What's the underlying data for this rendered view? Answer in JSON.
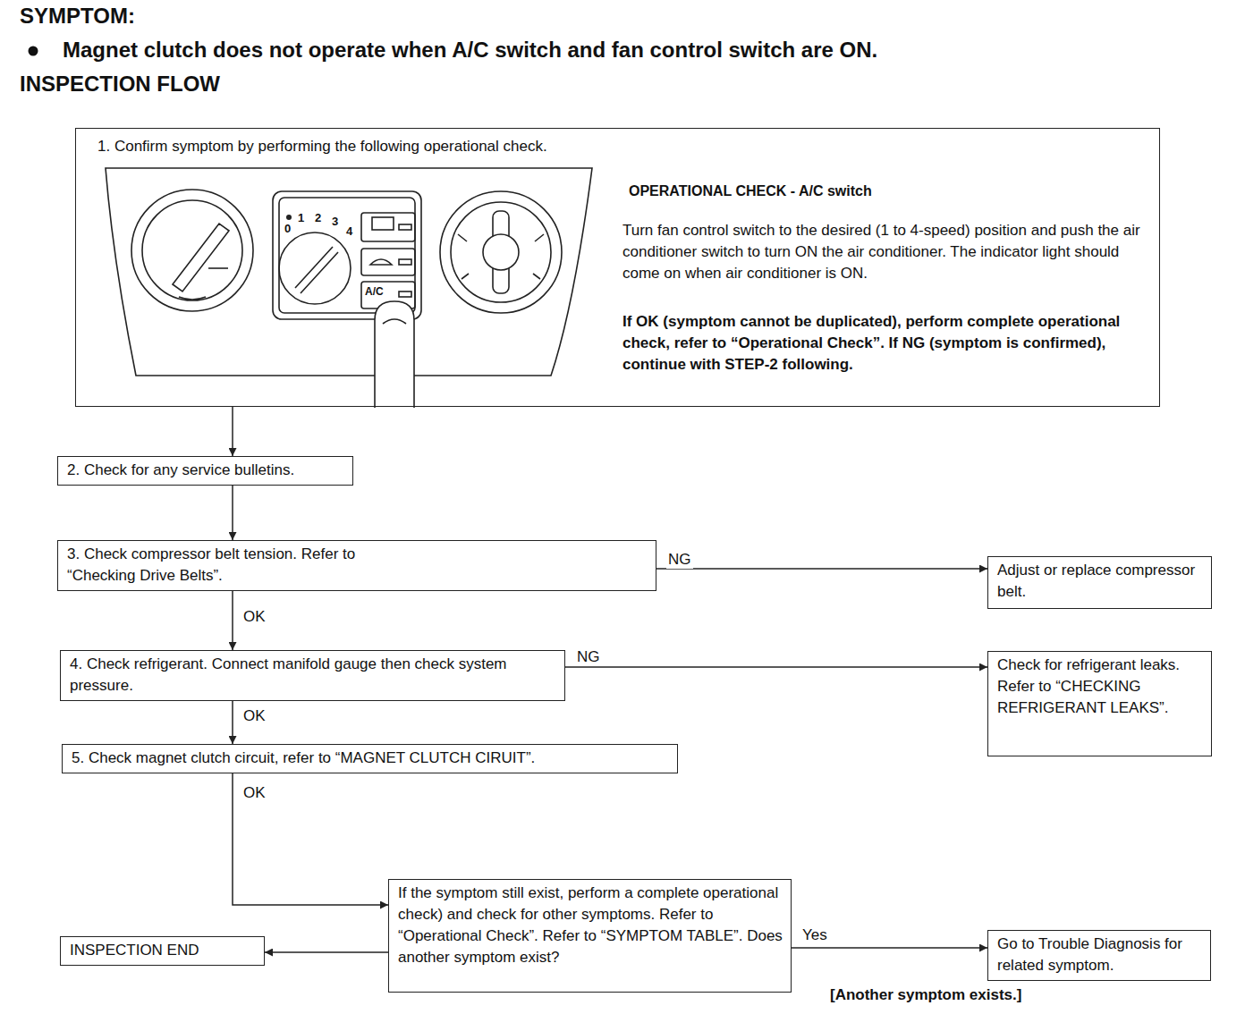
{
  "diagram": {
    "title": "SYMPTOM:",
    "nodes": [
      {
        "text": [
          "1. Confirm symptom by performing the following operational check.",
          "OPERATIONAL CHECK - A/C switch",
          "Turn fan control switch to the desired (1 to 4-speed) position and push the air conditioner switch to turn ON the air conditioner. The indicator light should come on when air conditioner is ON.",
          "If OK (symptom cannot be duplicated), perform complete operational check, refer to “Operational Check”. If NG (symptom is confirmed), continue with STEP-2 following."
        ]
      },
      {
        "text": [
          "2. Check for any service bulletins."
        ]
      },
      {
        "text": [
          "3. Check compressor belt tension. Refer to “Checking Drive Belts”."
        ]
      },
      {
        "text": [
          "Adjust or replace compressor belt."
        ]
      },
      {
        "text": [
          "4. Check refrigerant. Connect manifold gauge then check system pressure."
        ]
      },
      {
        "text": [
          "Check for refrigerant leaks. Refer to “CHECKING REFRIGERANT LEAKS”."
        ]
      },
      {
        "text": [
          "5. Check magnet clutch circuit, refer to “MAGNET CLUTCH CIRUIT”."
        ]
      },
      {
        "text": [
          "If the symptom still exist, perform a complete operational check) and check for other symptoms. Refer to “Operational Check”. Refer to “SYMPTOM TABLE”. Does another symptom exist?"
        ]
      },
      {
        "text": [
          "INSPECTION END"
        ]
      },
      {
        "text": [
          "Go to Trouble Diagnosis for related symptom."
        ]
      }
    ],
    "edges": [
      {
        "from": 0,
        "to": 1,
        "arrow": "to"
      },
      {
        "from": 1,
        "to": 2,
        "arrow": "to"
      },
      {
        "from": 2,
        "to": 3,
        "label": "NG",
        "arrow": "to"
      },
      {
        "from": 2,
        "to": 4,
        "label": "OK",
        "arrow": "to"
      },
      {
        "from": 4,
        "to": 5,
        "label": "NG",
        "arrow": "to"
      },
      {
        "from": 4,
        "to": 6,
        "label": "OK",
        "arrow": "to"
      },
      {
        "from": 6,
        "to": 7,
        "label": "OK",
        "arrow": "to"
      },
      {
        "from": 7,
        "to": 8,
        "arrow": "to"
      },
      {
        "from": 7,
        "to": 9,
        "label": "Yes",
        "arrow": "to"
      }
    ],
    "labels": [
      "Magnet clutch does not operate when A/C switch and fan control switch are ON.",
      "INSPECTION FLOW",
      "0",
      "1",
      "2",
      "3",
      "4",
      "A/C",
      "[Another symptom exists.]"
    ]
  }
}
